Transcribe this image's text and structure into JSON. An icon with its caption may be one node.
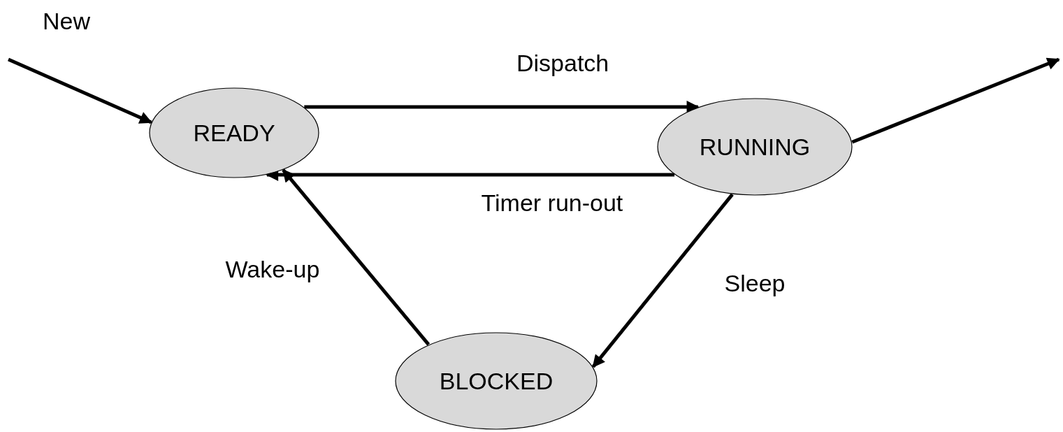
{
  "diagram": {
    "nodes": [
      {
        "text": [
          "READY"
        ]
      },
      {
        "text": [
          "RUNNING"
        ]
      },
      {
        "text": [
          "BLOCKED"
        ]
      }
    ],
    "edges": [
      {
        "from": null,
        "to": 0,
        "arrow": "to",
        "label": "New"
      },
      {
        "from": 0,
        "to": 1,
        "arrow": "to",
        "label": "Dispatch"
      },
      {
        "from": 1,
        "to": 0,
        "arrow": "to",
        "label": "Timer run-out"
      },
      {
        "from": 1,
        "to": 2,
        "arrow": "to",
        "label": "Sleep"
      },
      {
        "from": 2,
        "to": 0,
        "arrow": "to",
        "label": "Wake-up"
      },
      {
        "from": 1,
        "to": null,
        "arrow": "to"
      }
    ]
  }
}
